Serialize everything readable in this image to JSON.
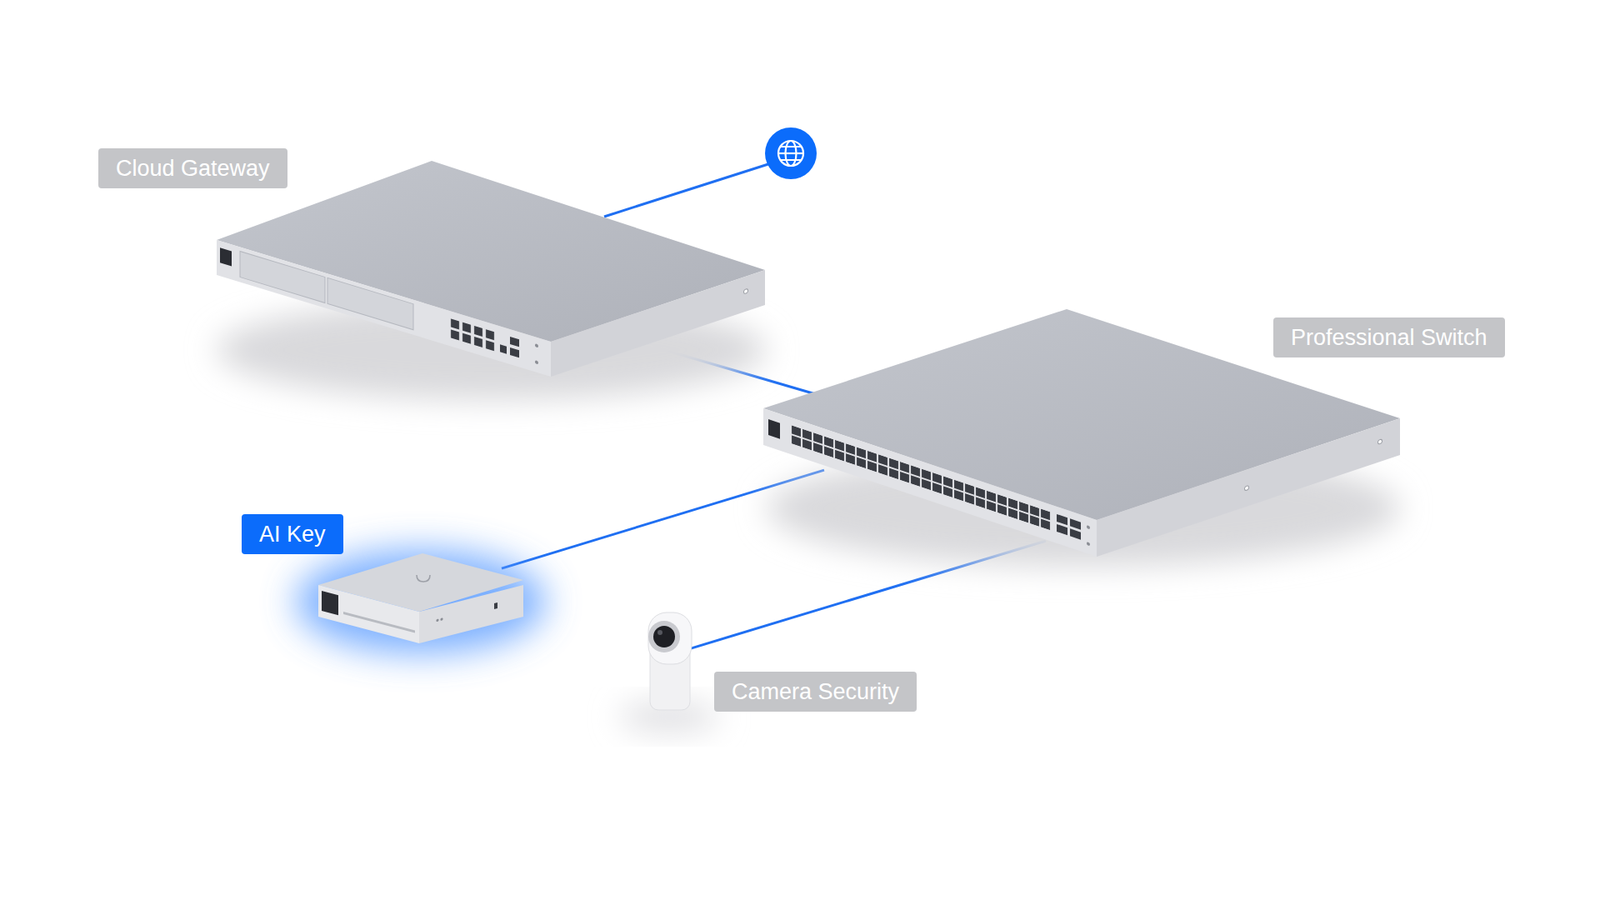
{
  "diagram": {
    "nodes": [
      {
        "text": [
          "Cloud Gateway"
        ]
      },
      {
        "text": [
          "Professional Switch"
        ]
      },
      {
        "text": [
          "AI Key"
        ]
      },
      {
        "text": [
          "Camera Security"
        ]
      }
    ],
    "edges": [
      {
        "from": 0,
        "to": 1,
        "arrow": "none"
      },
      {
        "from": 1,
        "to": 2,
        "arrow": "none"
      },
      {
        "from": 1,
        "to": 3,
        "arrow": "none"
      }
    ]
  }
}
